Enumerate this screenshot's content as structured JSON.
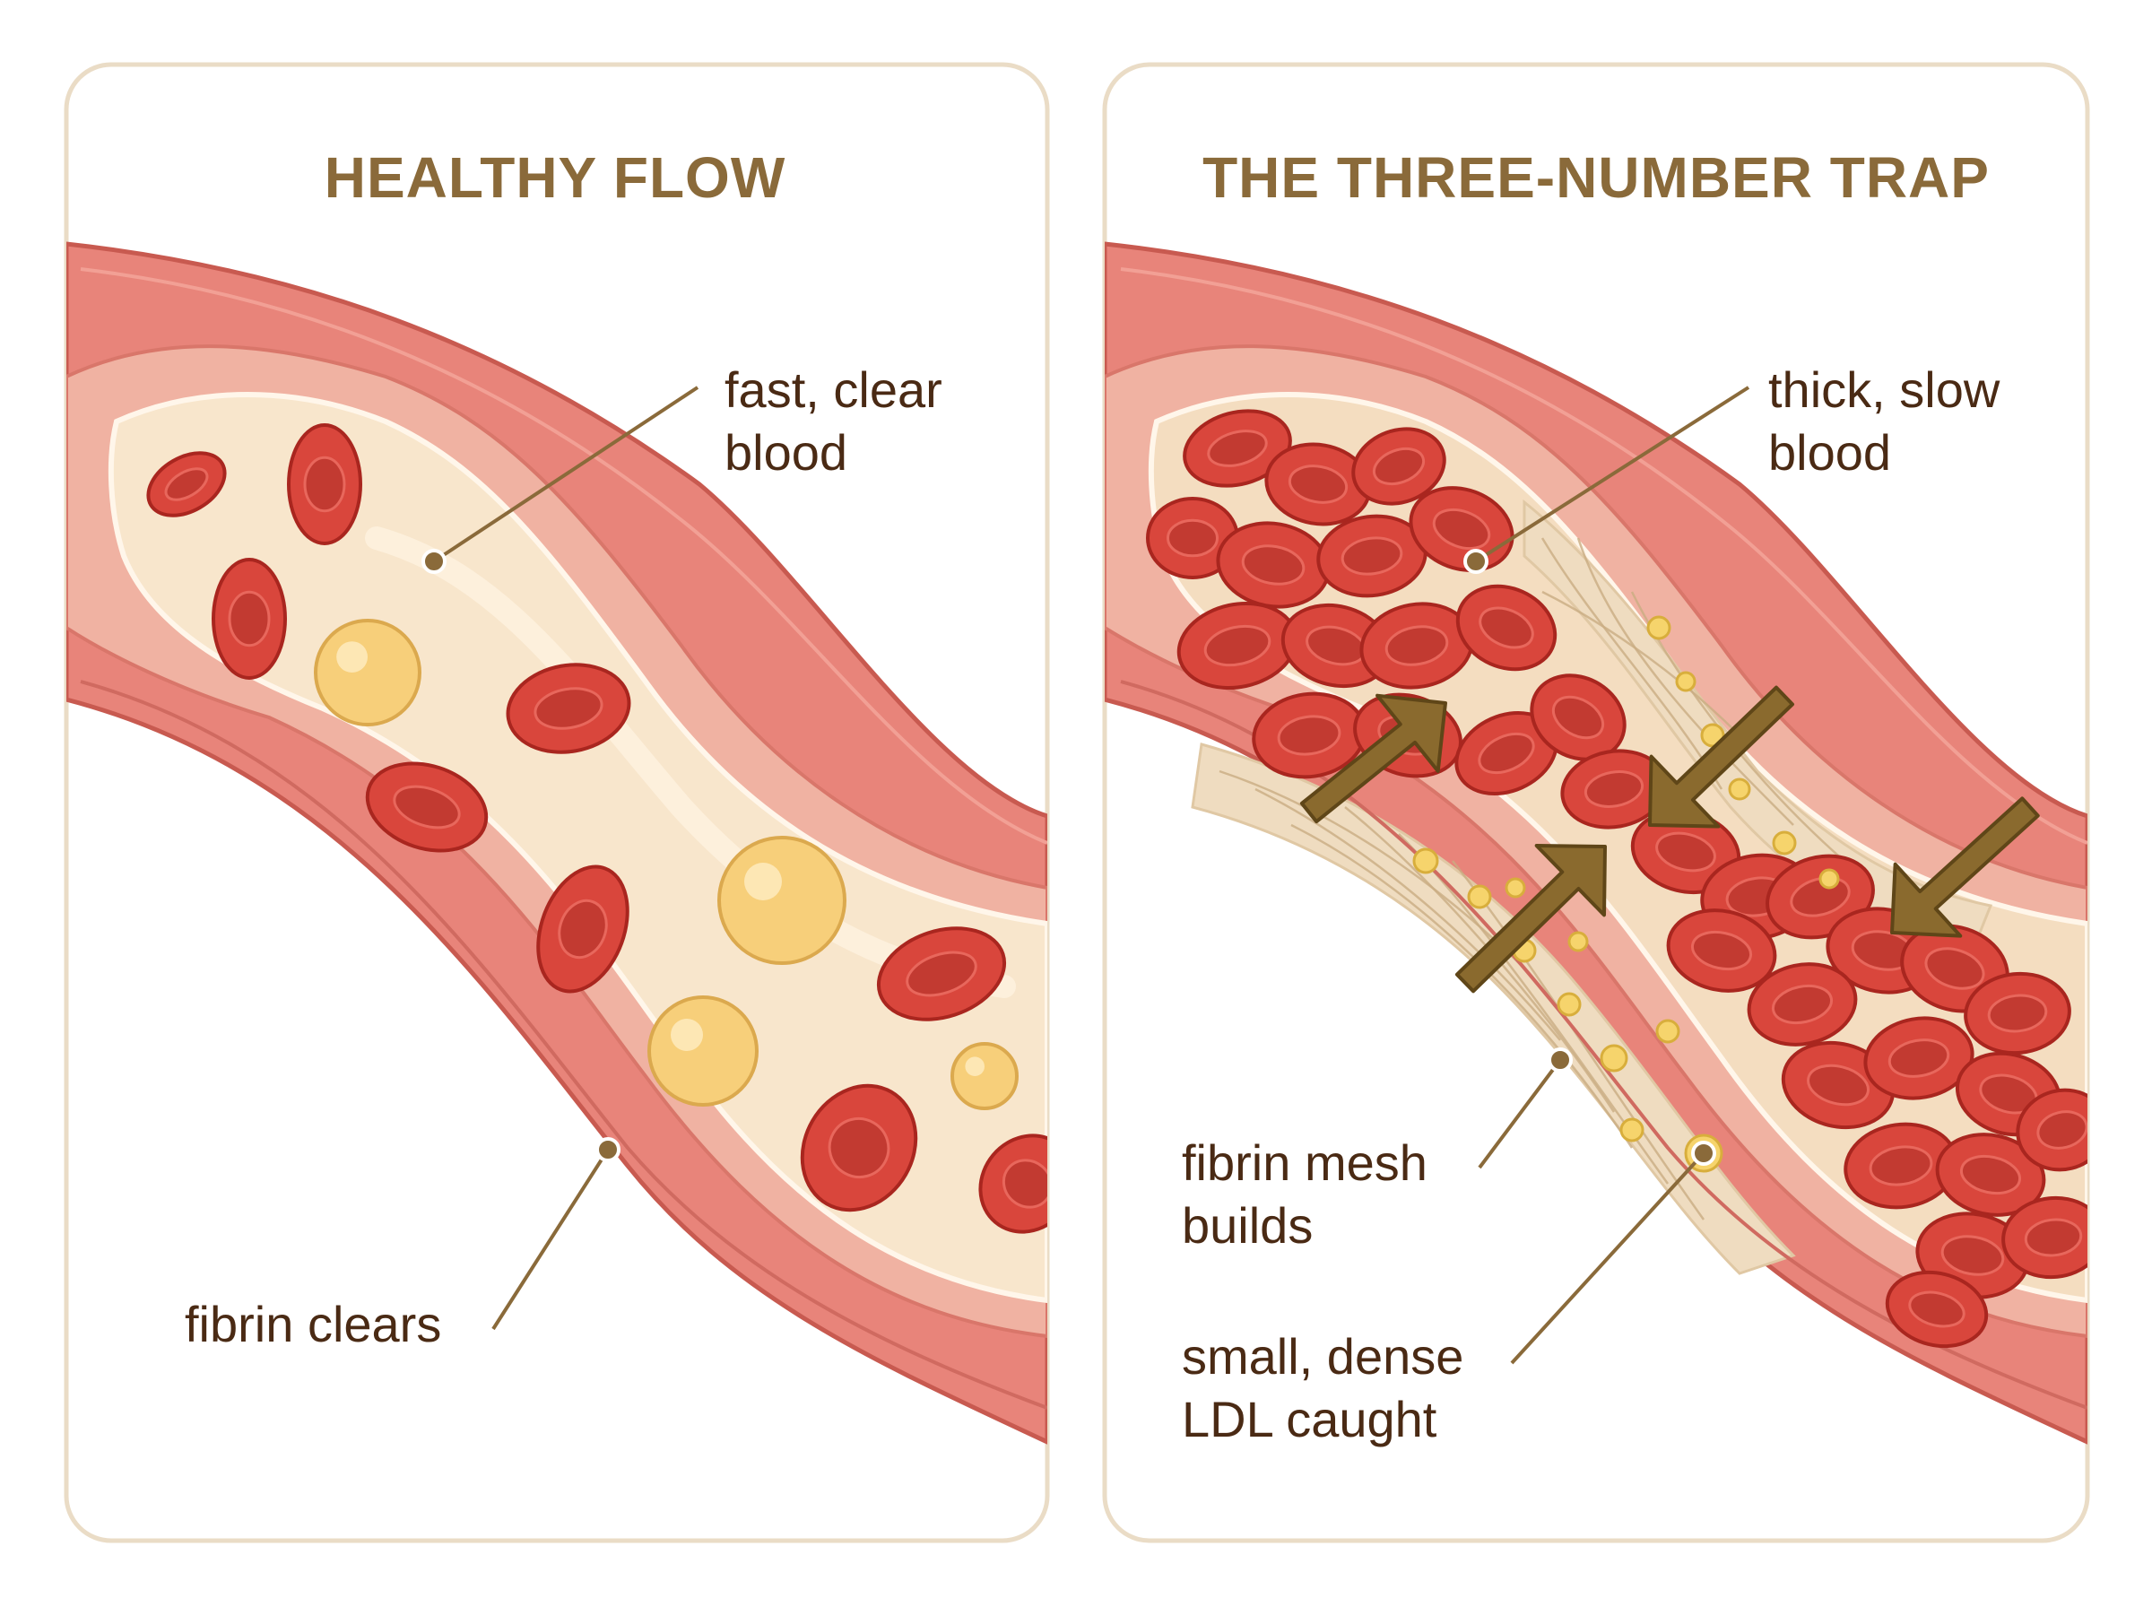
{
  "panels": {
    "healthy": {
      "title": "HEALTHY FLOW",
      "labels": {
        "blood_line1": "fast, clear",
        "blood_line2": "blood",
        "fibrin": "fibrin clears"
      }
    },
    "trap": {
      "title": "THE THREE-NUMBER TRAP",
      "labels": {
        "blood_line1": "thick, slow",
        "blood_line2": "blood",
        "mesh_line1": "fibrin mesh",
        "mesh_line2": "builds",
        "ldl_line1": "small, dense",
        "ldl_line2": "LDL caught"
      }
    }
  },
  "colors": {
    "title": "#8a6a3a",
    "label": "#4a2a14",
    "leader": "#8a6a3a",
    "vessel_wall": "#e8847a",
    "vessel_wall_dark": "#cf5f57",
    "plasma": "#f8e6cc",
    "red_cell": "#d9463c",
    "red_cell_dark": "#a9261f",
    "platelet": "#f7cf7a",
    "arrow": "#8a6a2e",
    "panel_border": "#eadcc6"
  },
  "icons": {
    "pointer": "arrow-icon",
    "leader_dot": "leader-dot"
  }
}
